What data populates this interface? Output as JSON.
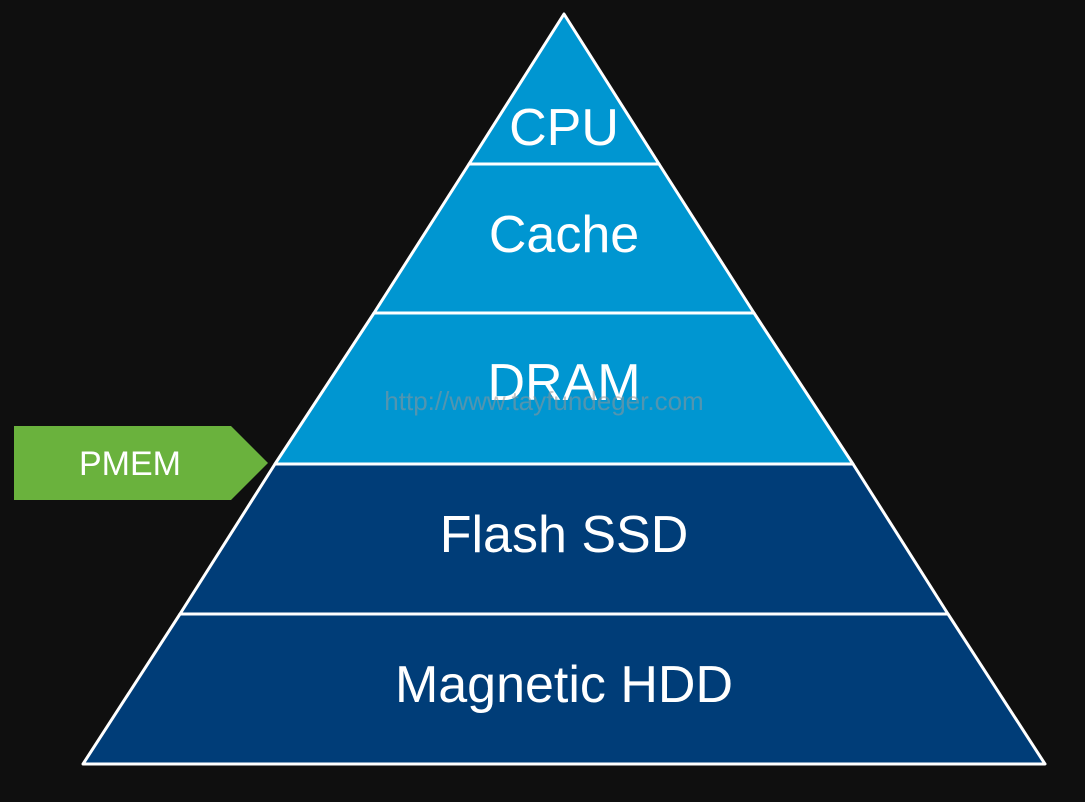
{
  "diagram": {
    "tiers": [
      {
        "label": "CPU",
        "color": "#0096d1"
      },
      {
        "label": "Cache",
        "color": "#0096d1"
      },
      {
        "label": "DRAM",
        "color": "#0096d1"
      },
      {
        "label": "Flash SSD",
        "color": "#003d78"
      },
      {
        "label": "Magnetic HDD",
        "color": "#003d78"
      }
    ],
    "marker": {
      "label": "PMEM",
      "color": "#6ab23d"
    },
    "watermark": "http://www.tayfundeger.com",
    "background": "#0f0f0f",
    "divider_color": "#ffffff"
  }
}
